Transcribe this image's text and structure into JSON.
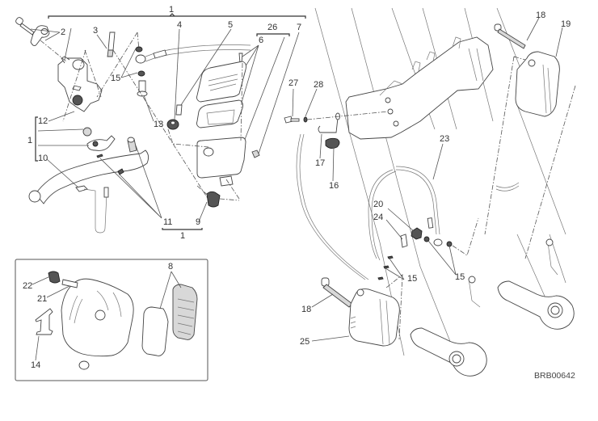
{
  "diagram": {
    "title": "Front brake system exploded view",
    "drawing_code": "BRB00642",
    "callouts": {
      "c1_top": "1",
      "c1_left": "1",
      "c1_bottom": "1",
      "c2": "2",
      "c3": "3",
      "c4": "4",
      "c5": "5",
      "c6": "6",
      "c7": "7",
      "c8": "8",
      "c9": "9",
      "c10": "10",
      "c11": "11",
      "c12": "12",
      "c13": "13",
      "c14": "14",
      "c15_upper": "15",
      "c15_mid_left": "15",
      "c15_mid_right": "15",
      "c16": "16",
      "c17": "17",
      "c18_top": "18",
      "c18_bottom": "18",
      "c19": "19",
      "c20": "20",
      "c21": "21",
      "c22": "22",
      "c23": "23",
      "c24": "24",
      "c25": "25",
      "c26": "26",
      "c27": "27",
      "c28": "28"
    },
    "parts": [
      {
        "id": "master-cylinder",
        "callout": "1"
      },
      {
        "id": "bolt-and-clamp",
        "callout": "2"
      },
      {
        "id": "pushrod-pin",
        "callout": "3"
      },
      {
        "id": "grommet",
        "callout": "4"
      },
      {
        "id": "bleed-screw",
        "callout": "5"
      },
      {
        "id": "reservoir-cap-screws",
        "callout": "6"
      },
      {
        "id": "reservoir-plug",
        "callout": "7"
      },
      {
        "id": "brake-pads",
        "callout": "8"
      },
      {
        "id": "hose-boot",
        "callout": "9"
      },
      {
        "id": "brake-lever",
        "callout": "10"
      },
      {
        "id": "lever-pivot-parts",
        "callout": "11"
      },
      {
        "id": "adjuster",
        "callout": "12"
      },
      {
        "id": "banjo-bolt",
        "callout": "13"
      },
      {
        "id": "pad-spring",
        "callout": "14"
      },
      {
        "id": "sealing-washers",
        "callout": "15"
      },
      {
        "id": "hose-grommet",
        "callout": "16"
      },
      {
        "id": "hose-guide",
        "callout": "17"
      },
      {
        "id": "caliper-bolt",
        "callout": "18"
      },
      {
        "id": "right-caliper",
        "callout": "19"
      },
      {
        "id": "banjo-bolt-caliper",
        "callout": "20"
      },
      {
        "id": "bleed-valve",
        "callout": "21"
      },
      {
        "id": "bleed-cap",
        "callout": "22"
      },
      {
        "id": "brake-hose",
        "callout": "23"
      },
      {
        "id": "union-bolt",
        "callout": "24"
      },
      {
        "id": "left-caliper",
        "callout": "25"
      },
      {
        "id": "reservoir-assembly",
        "callout": "26"
      },
      {
        "id": "guide-screw",
        "callout": "27"
      },
      {
        "id": "washer",
        "callout": "28"
      }
    ]
  }
}
